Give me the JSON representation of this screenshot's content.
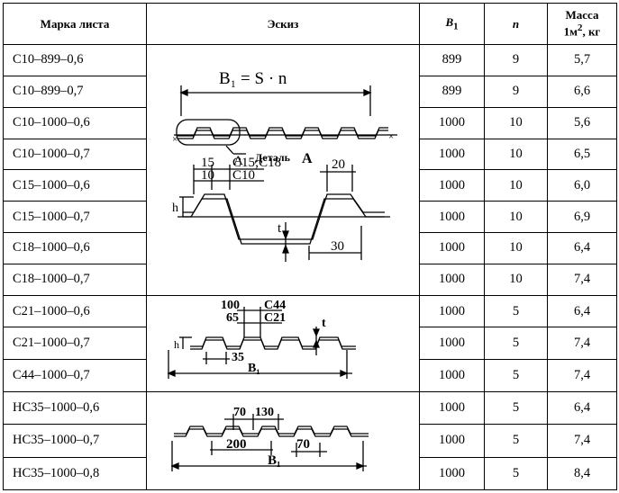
{
  "headers": {
    "mark": "Марка листа",
    "sketch": "Эскиз",
    "b1": "B",
    "b1_sub": "1",
    "n": "n",
    "mass_line1": "Масса",
    "mass_line2": "1м",
    "mass_sup": "2",
    "mass_unit": ", кг"
  },
  "rows": [
    {
      "mark": "С10–899–0,6",
      "b1": "899",
      "n": "9",
      "mass": "5,7"
    },
    {
      "mark": "С10–899–0,7",
      "b1": "899",
      "n": "9",
      "mass": "6,6"
    },
    {
      "mark": "С10–1000–0,6",
      "b1": "1000",
      "n": "10",
      "mass": "5,6"
    },
    {
      "mark": "С10–1000–0,7",
      "b1": "1000",
      "n": "10",
      "mass": "6,5"
    },
    {
      "mark": "С15–1000–0,6",
      "b1": "1000",
      "n": "10",
      "mass": "6,0"
    },
    {
      "mark": "С15–1000–0,7",
      "b1": "1000",
      "n": "10",
      "mass": "6,9"
    },
    {
      "mark": "С18–1000–0,6",
      "b1": "1000",
      "n": "10",
      "mass": "6,4"
    },
    {
      "mark": "С18–1000–0,7",
      "b1": "1000",
      "n": "10",
      "mass": "7,4"
    },
    {
      "mark": "С21–1000–0,6",
      "b1": "1000",
      "n": "5",
      "mass": "6,4"
    },
    {
      "mark": "С21–1000–0,7",
      "b1": "1000",
      "n": "5",
      "mass": "7,4"
    },
    {
      "mark": "С44–1000–0,7",
      "b1": "1000",
      "n": "5",
      "mass": "7,4"
    },
    {
      "mark": "НС35–1000–0,6",
      "b1": "1000",
      "n": "5",
      "mass": "6,4"
    },
    {
      "mark": "НС35–1000–0,7",
      "b1": "1000",
      "n": "5",
      "mass": "7,4"
    },
    {
      "mark": "НС35–1000–0,8",
      "b1": "1000",
      "n": "5",
      "mass": "8,4"
    }
  ],
  "sketch1": {
    "formula": "B₁ = S · n",
    "detail_letter": "A",
    "detail_label": "Деталь",
    "detail_label_letter": "A",
    "dim_15": "15",
    "dim_10": "10",
    "label_c15c18": "С15;С18",
    "label_c10": "С10",
    "dim_20": "20",
    "dim_30": "30",
    "h_label": "h",
    "t_label": "t"
  },
  "sketch2": {
    "dim_100": "100",
    "dim_65": "65",
    "label_c44": "С44",
    "label_c21": "С21",
    "t_label": "t",
    "h_label": "h",
    "dim_35": "35",
    "b1_label": "B₁"
  },
  "sketch3": {
    "dim_70a": "70",
    "dim_130": "130",
    "dim_200": "200",
    "dim_70b": "70",
    "b1_label": "B₁"
  }
}
